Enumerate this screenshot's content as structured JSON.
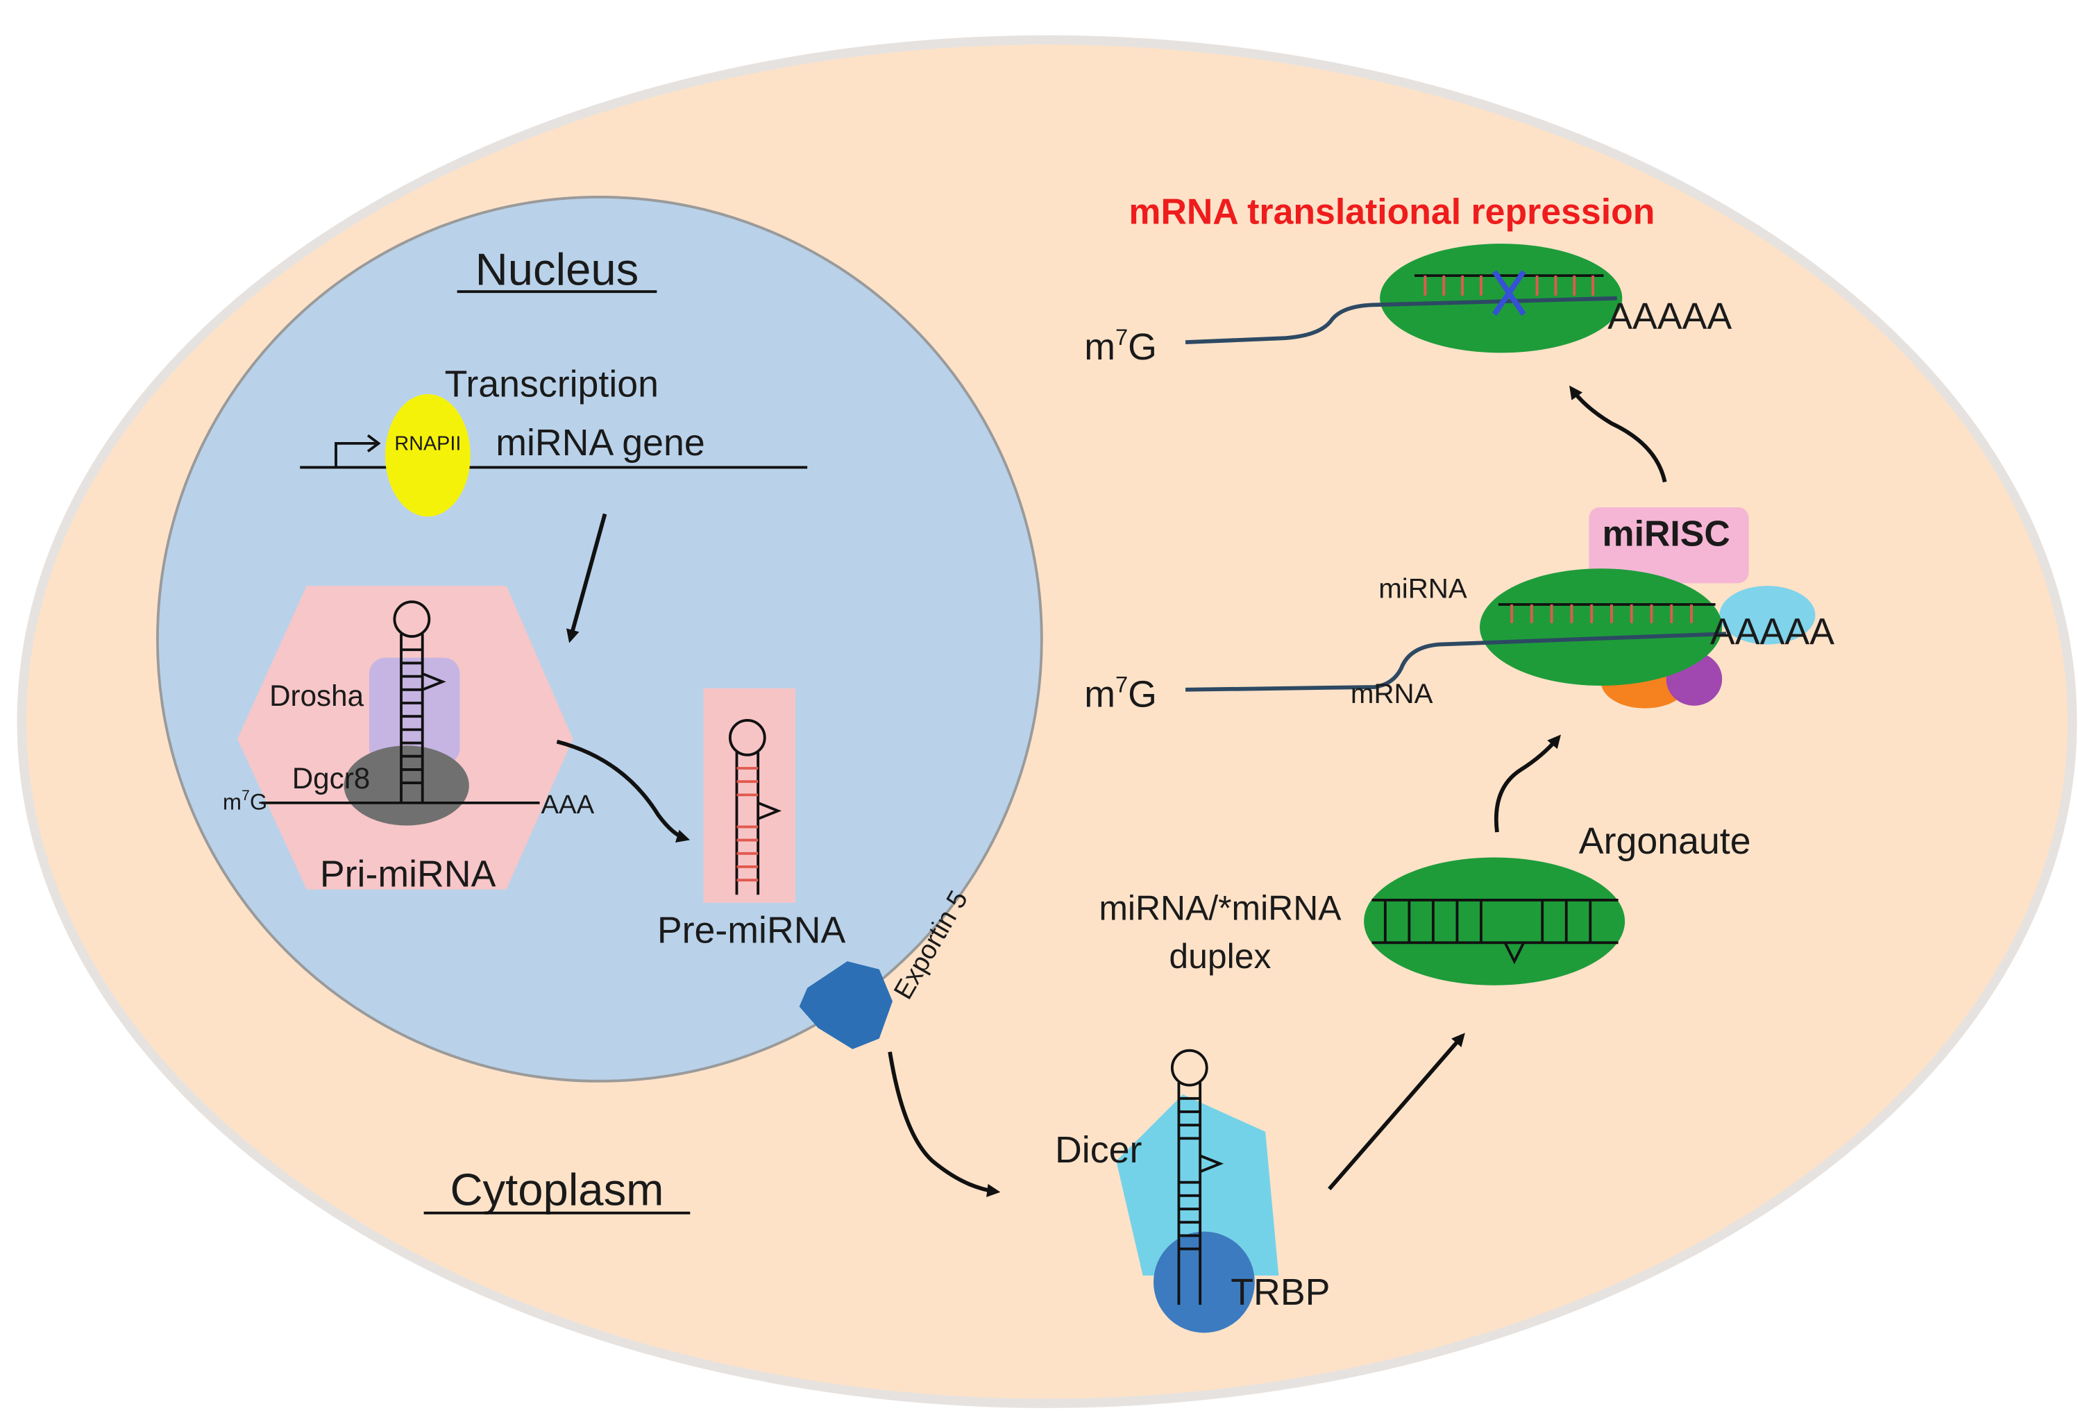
{
  "colors": {
    "cell": "#fde2c8",
    "cell_edge": "#e6e2df",
    "nucleus": "#b9d2ea",
    "hexagon": "#f6c6c8",
    "drosha": "#c6b4e2",
    "dgcr8": "#707070",
    "rnapii": "#f5f20a",
    "pre_mirna_box": "#f7c4c6",
    "exportin": "#2c6fb5",
    "dicer": "#74d2e8",
    "trbp": "#3c7bc0",
    "argonaute": "#1e9c3a",
    "mirisc_label": "#f4b6d4",
    "stem": "#e05a4e",
    "mrna_line": "#2d4963",
    "repression_text": "#ee1c1c",
    "block_x": "#3650d6",
    "cyan_blob": "#7fd3ea",
    "orange_blob": "#f5821f",
    "purple_blob": "#a147b0"
  },
  "labels": {
    "nucleus": "Nucleus",
    "cytoplasm": "Cytoplasm",
    "transcription": "Transcription",
    "rnapii": "RNAPII",
    "mirna_gene": "miRNA gene",
    "drosha": "Drosha",
    "dgcr8": "Dgcr8",
    "pri_m7g_base": "m",
    "pri_m7g_sup": "7",
    "pri_m7g_end": "G",
    "pri_aaa": "AAA",
    "pri_mirna": "Pri-miRNA",
    "pre_mirna": "Pre-miRNA",
    "exportin5": "Exportin 5",
    "dicer": "Dicer",
    "trbp": "TRBP",
    "duplex_line1": "miRNA/*miRNA",
    "duplex_line2": "duplex",
    "argonaute": "Argonaute",
    "mirisc": "miRISC",
    "mirna": "miRNA",
    "mrna": "mRNA",
    "m7g_base": "m",
    "m7g_sup": "7",
    "m7g_end": "G",
    "polya_1": "AAAAA",
    "polya_2": "AAAAA",
    "repression": "mRNA translational repression"
  }
}
